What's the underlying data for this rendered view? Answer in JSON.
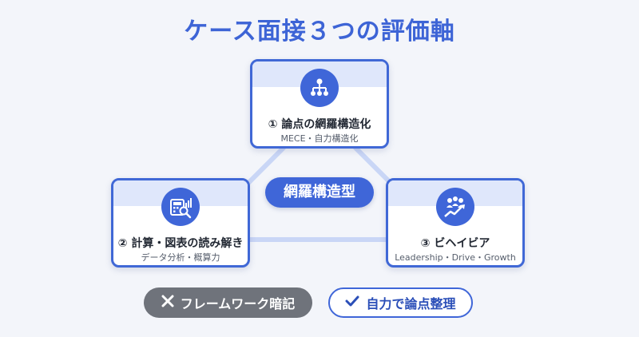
{
  "title": "ケース面接３つの評価軸",
  "center_label": "網羅構造型",
  "cards": {
    "top": {
      "title": "① 論点の網羅構造化",
      "subtitle": "MECE・自力構造化",
      "icon": "hierarchy-icon"
    },
    "left": {
      "title": "② 計算・図表の読み解き",
      "subtitle": "データ分析・概算力",
      "icon": "calculator-chart-icon"
    },
    "right": {
      "title": "③ ビヘイビア",
      "subtitle": "Leadership・Drive・Growth",
      "icon": "team-growth-icon"
    }
  },
  "buttons": {
    "negative": {
      "label": "フレームワーク暗記",
      "icon": "cross-icon"
    },
    "positive": {
      "label": "自力で論点整理",
      "icon": "check-icon"
    }
  },
  "colors": {
    "accent": "#3f66d8",
    "title": "#3d64d6",
    "band": "#dfe7fb",
    "connector": "#c9d6f6",
    "grey_button": "#6f737b",
    "background": "#f3f5fa"
  }
}
